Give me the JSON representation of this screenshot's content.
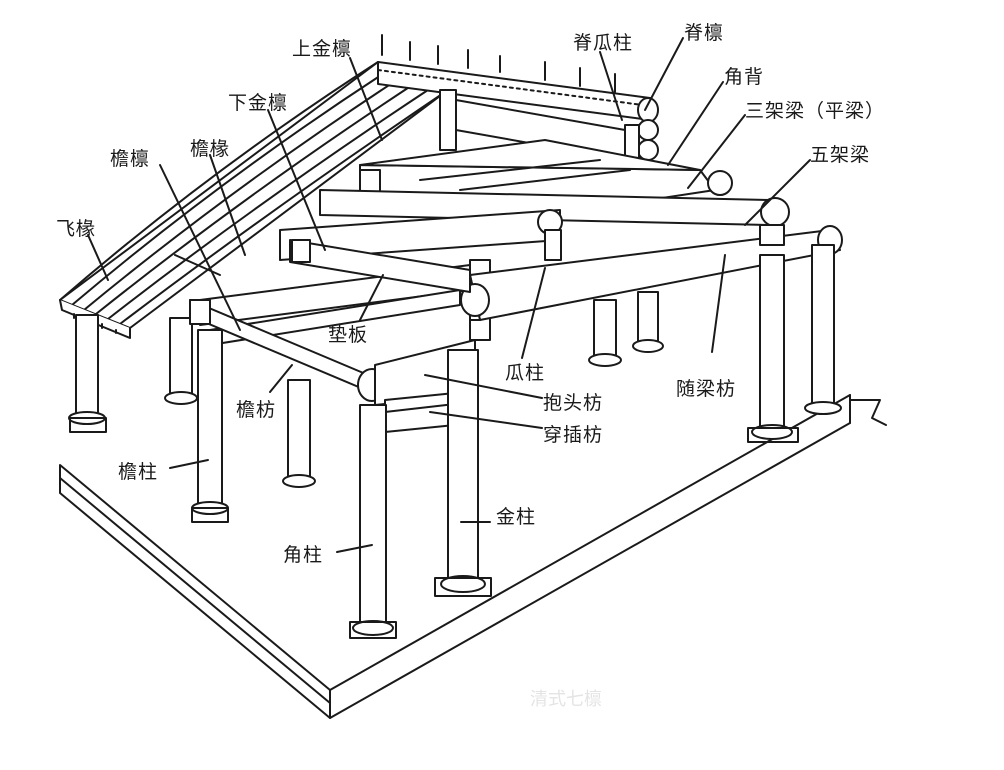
{
  "diagram": {
    "labels": {
      "shang_jin_lin": "上金檩",
      "ji_gua_zhu": "脊瓜柱",
      "ji_lin": "脊檩",
      "jiao_bei": "角背",
      "san_jia_liang": "三架梁（平梁）",
      "wu_jia_liang": "五架梁",
      "xia_jin_lin": "下金檩",
      "yan_lin": "檐檩",
      "yan_chuan": "檐椽",
      "fei_chuan": "飞椽",
      "dian_ban": "垫板",
      "gua_zhu": "瓜柱",
      "sui_liang_fang": "随梁枋",
      "bao_tou_fang": "抱头枋",
      "chuan_cha_fang": "穿插枋",
      "yan_fang": "檐枋",
      "yan_zhu": "檐柱",
      "jin_zhu": "金柱",
      "jiao_zhu": "角柱"
    },
    "watermark": "清式七檩",
    "colors": {
      "ink": "#1a1a1a",
      "paper": "#ffffff",
      "watermark": "#e4e4e4"
    }
  }
}
